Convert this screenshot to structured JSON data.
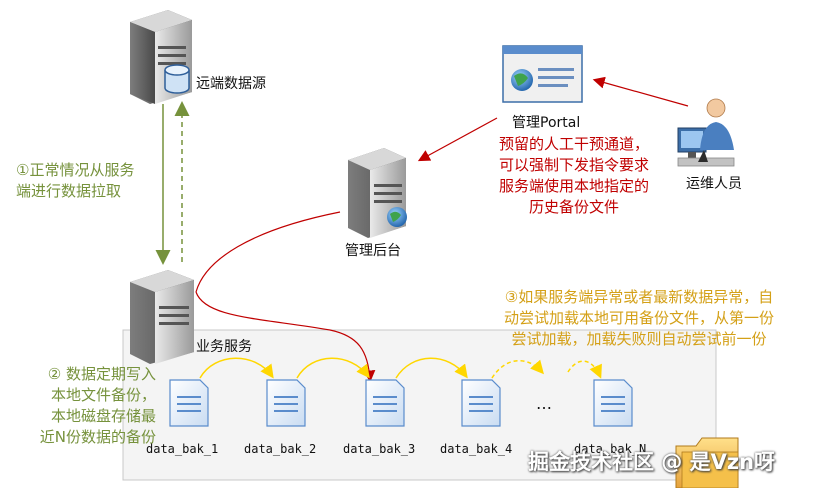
{
  "nodes": {
    "remote_source": "远端数据源",
    "portal": "管理Portal",
    "backend": "管理后台",
    "ops": "运维人员",
    "business": "业务服务"
  },
  "notes": {
    "pull": [
      "①正常情况从服务",
      "端进行数据拉取"
    ],
    "channel": [
      "预留的人工干预通道，",
      "可以强制下发指令要求",
      "服务端使用本地指定的",
      "历史备份文件"
    ],
    "backup": [
      "② 数据定期写入",
      "本地文件备份，",
      "本地磁盘存储最",
      "近N份数据的备份"
    ],
    "fallback": [
      "③如果服务端异常或者最新数据异常，自",
      "动尝试加载本地可用备份文件，从第一份",
      "尝试加载，加载失败则自动尝试前一份"
    ]
  },
  "files": [
    "data_bak_1",
    "data_bak_2",
    "data_bak_3",
    "data_bak_4",
    "data_bak_N"
  ],
  "ellipsis": "…",
  "watermark": "掘金技术社区 @ 是Vzn呀",
  "colors": {
    "green": "#76923c",
    "red": "#c00000",
    "yellow": "#ffd700"
  }
}
